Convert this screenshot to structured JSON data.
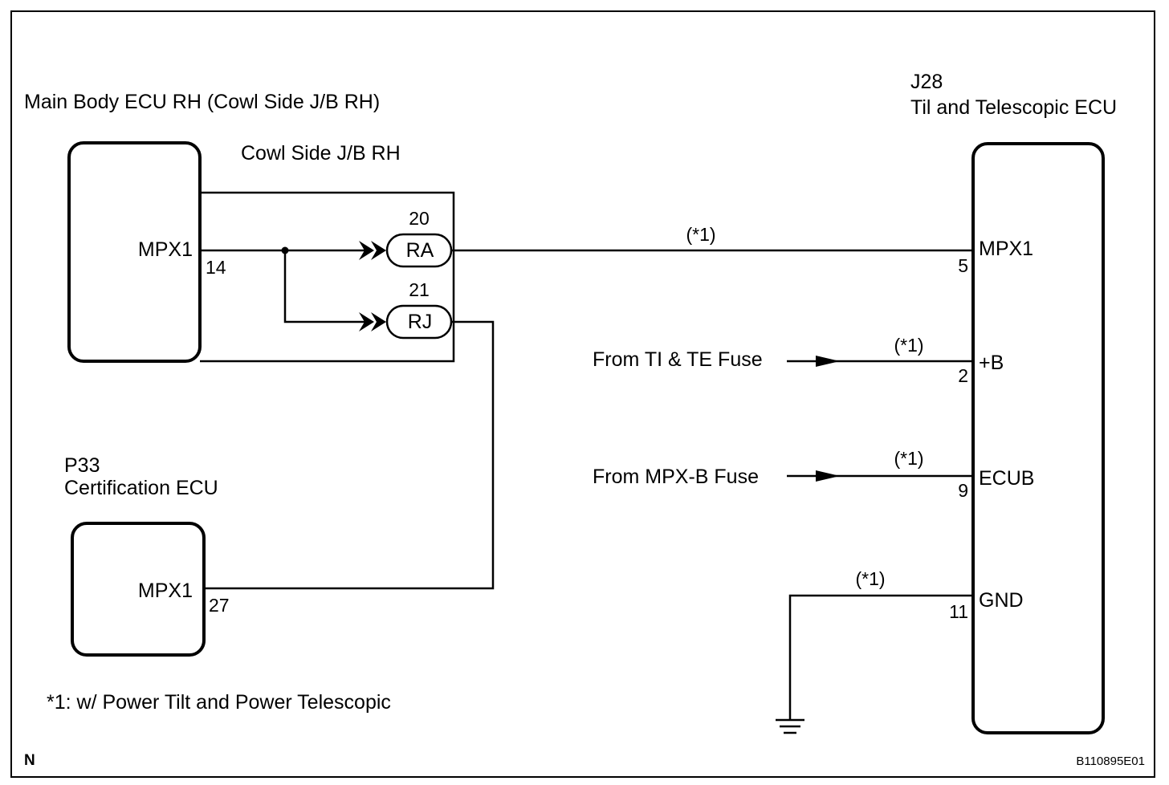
{
  "diagram": {
    "left_ecu": {
      "title": "Main Body ECU RH (Cowl Side J/B RH)",
      "terminal_name": "MPX1",
      "terminal_pin": "14"
    },
    "junction_block": {
      "title": "Cowl Side J/B RH",
      "connectors": [
        {
          "pin": "20",
          "code": "RA"
        },
        {
          "pin": "21",
          "code": "RJ"
        }
      ]
    },
    "certification_ecu": {
      "code": "P33",
      "title": "Certification ECU",
      "terminal_name": "MPX1",
      "terminal_pin": "27"
    },
    "right_ecu": {
      "code": "J28",
      "title": "Til and Telescopic ECU",
      "terminals": [
        {
          "name": "MPX1",
          "pin": "5",
          "note": "(*1)"
        },
        {
          "name": "+B",
          "pin": "2",
          "note": "(*1)",
          "source": "From TI & TE Fuse"
        },
        {
          "name": "ECUB",
          "pin": "9",
          "note": "(*1)",
          "source": "From MPX-B Fuse"
        },
        {
          "name": "GND",
          "pin": "11",
          "note": "(*1)"
        }
      ]
    },
    "footnote": "*1: w/ Power Tilt and Power Telescopic",
    "corner_mark": "N",
    "figure_id": "B110895E01"
  }
}
